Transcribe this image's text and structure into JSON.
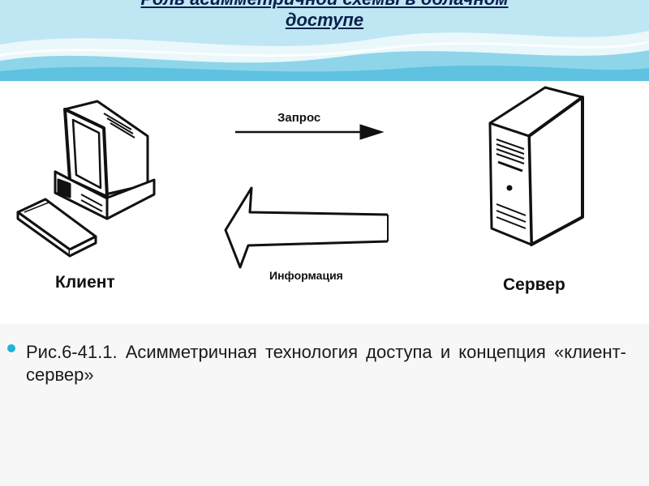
{
  "slide": {
    "title_line1": "Роль асимметричной схемы в облачном",
    "title_line2": "доступе",
    "figure": {
      "request_label": "Запрос",
      "info_label": "Информация",
      "client_label": "Клиент",
      "server_label": "Сервер"
    },
    "caption": "Рис.6-41.1. Асимметричная технология доступа и концепция «клиент-сервер»"
  },
  "colors": {
    "header_light": "#e8f6fb",
    "header_wave": "#7fd0e8",
    "title": "#0b1f4d",
    "bullet": "#1fb3d6",
    "caption_bg": "#f7f7f7"
  }
}
